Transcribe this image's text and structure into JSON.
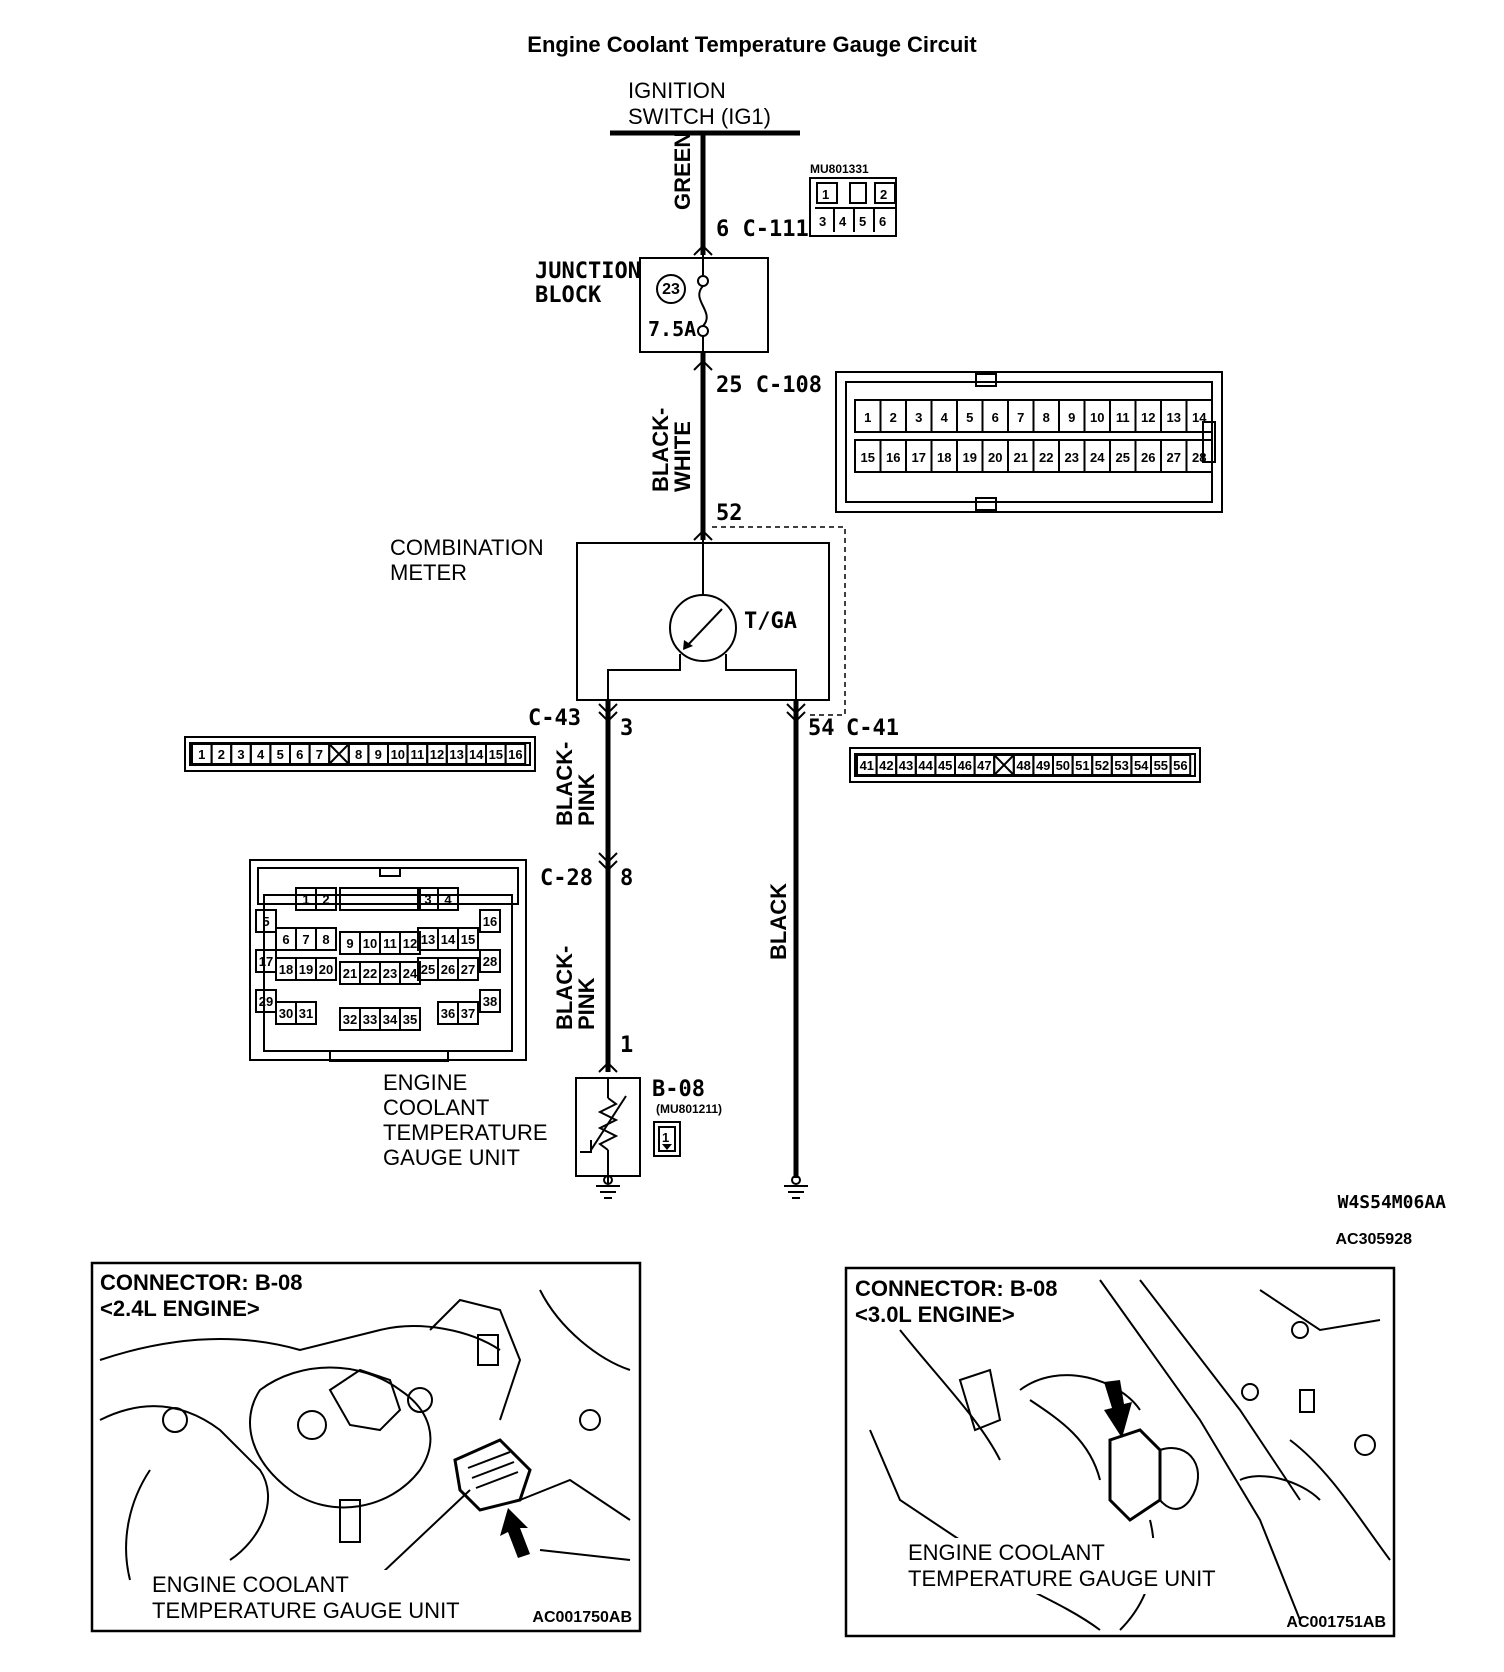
{
  "title": "Engine Coolant Temperature Gauge Circuit",
  "ignition": {
    "line1": "IGNITION",
    "line2": "SWITCH (IG1)"
  },
  "wires": {
    "green": "GREEN",
    "black_white_1": "BLACK-",
    "black_white_2": "WHITE",
    "black_pink_1": "BLACK-",
    "black_pink_2": "PINK",
    "black": "BLACK"
  },
  "connectors": {
    "c111": {
      "label": "6  C-111",
      "part": "MU801331",
      "pins": [
        "1",
        "2",
        "3",
        "4",
        "5",
        "6"
      ]
    },
    "c108": {
      "label": "25  C-108",
      "pins_top": [
        "1",
        "2",
        "3",
        "4",
        "5",
        "6",
        "7",
        "8",
        "9",
        "10",
        "11",
        "12",
        "13",
        "14"
      ],
      "pins_bottom": [
        "15",
        "16",
        "17",
        "18",
        "19",
        "20",
        "21",
        "22",
        "23",
        "24",
        "25",
        "26",
        "27",
        "28"
      ]
    },
    "meter_pin": "52",
    "c43": {
      "label": "C-43",
      "pin": "3",
      "pins": [
        "1",
        "2",
        "3",
        "4",
        "5",
        "6",
        "7",
        "",
        "8",
        "9",
        "10",
        "11",
        "12",
        "13",
        "14",
        "15",
        "16"
      ]
    },
    "c41": {
      "label": "C-41",
      "pin": "54",
      "pins": [
        "41",
        "42",
        "43",
        "44",
        "45",
        "46",
        "47",
        "",
        "48",
        "49",
        "50",
        "51",
        "52",
        "53",
        "54",
        "55",
        "56"
      ]
    },
    "c28": {
      "label": "C-28",
      "pin": "8"
    },
    "b08": {
      "label": "B-08",
      "part": "(MU801211)",
      "pin": "1",
      "pin_shown": "1"
    }
  },
  "junction_block": {
    "line1": "JUNCTION",
    "line2": "BLOCK",
    "fuse_no": "23",
    "fuse_rating": "7.5A"
  },
  "meter": {
    "line1": "COMBINATION",
    "line2": "METER",
    "gauge": "T/GA"
  },
  "sensor": {
    "line1": "ENGINE",
    "line2": "COOLANT",
    "line3": "TEMPERATURE",
    "line4": "GAUGE UNIT"
  },
  "codes": {
    "diagram": "W4S54M06AA",
    "figure": "AC305928"
  },
  "panel_left": {
    "title1": "CONNECTOR: B-08",
    "title2": "<2.4L ENGINE>",
    "caption1": "ENGINE COOLANT",
    "caption2": "TEMPERATURE GAUGE UNIT",
    "code": "AC001750AB"
  },
  "panel_right": {
    "title1": "CONNECTOR: B-08",
    "title2": "<3.0L ENGINE>",
    "caption1": "ENGINE COOLANT",
    "caption2": "TEMPERATURE GAUGE UNIT",
    "code": "AC001751AB"
  }
}
